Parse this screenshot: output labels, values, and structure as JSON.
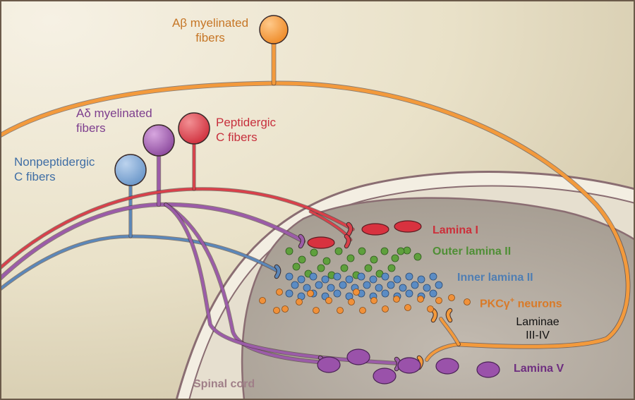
{
  "fibers": {
    "abeta": {
      "label_line1": "Aβ myelinated",
      "label_line2": "fibers",
      "color": "#f39a3c"
    },
    "adelta": {
      "label_line1": "Aδ myelinated",
      "label_line2": "fibers",
      "color": "#9b5ca8"
    },
    "peptidergic": {
      "label_line1": "Peptidergic",
      "label_line2": "C fibers",
      "color": "#d9404a"
    },
    "nonpeptidergic": {
      "label_line1": "Nonpeptidergic",
      "label_line2": "C fibers",
      "color": "#5b87b9"
    }
  },
  "layers": {
    "lamina_i": {
      "label": "Lamina I",
      "color": "#cc2f3a"
    },
    "outer_lamina_ii": {
      "label": "Outer lamina II",
      "color": "#5a9a3e"
    },
    "inner_lamina_ii": {
      "label": "Inner lamina II",
      "color": "#4f7eb3"
    },
    "pkc_neurons": {
      "label": "PKCγ",
      "superscript": "+",
      "suffix": " neurons",
      "color": "#d97a28"
    },
    "laminae_iii_iv": {
      "label_line1": "Laminae",
      "label_line2": "III-IV",
      "color": "#111111"
    },
    "lamina_v": {
      "label": "Lamina V",
      "color": "#6e2e80"
    }
  },
  "spinal_cord": {
    "label": "Spinal cord",
    "color": "#a07f88"
  },
  "colors": {
    "background_light": "#f4efe0",
    "background_tan": "#d6cdb0",
    "cord_outer": "#ece6d6",
    "cord_gray": "#b6ada0",
    "membrane": "#8a6d72"
  }
}
